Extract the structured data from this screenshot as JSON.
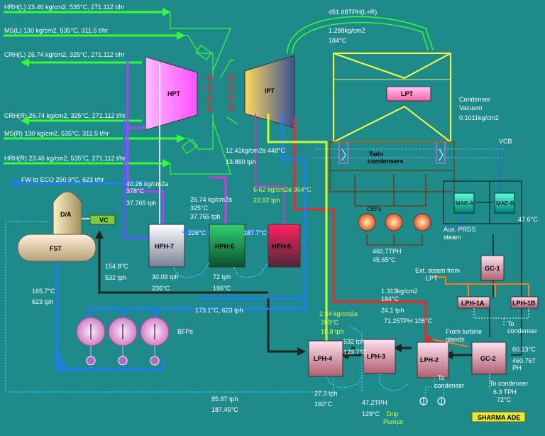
{
  "turbines": {
    "hpt": "HPT",
    "ipt": "IPT",
    "lpt": "LPT"
  },
  "lines": {
    "hrh_l": "HRH(L)  23.46 kg/cm2, 535°C, 271.112 t/hr",
    "ms_l": "MS(L)  130 kg/cm2, 535°C, 311.5 t/hr",
    "crh_l": "CRH(L)  26.74 kg/cm2, 325°C, 271.112 t/hr",
    "crh_r": "CRH(R)  26.74 kg/cm2, 325°C, 271.112 t/hr",
    "ms_r": "MS(R)  130 kg/cm2, 535°C, 311.5 t/hr",
    "hrh_r": "HRH(R)  23.46 kg/cm2, 535°C, 271.112 t/hr",
    "fw_eco": "FW to ECO  250.9°C, 623 t/hr"
  },
  "lp_crossover": {
    "flow": "451.68TPH(L+R)",
    "pressure": "1.288kg/cm2",
    "temp": "184°C"
  },
  "condenser": {
    "label1": "Condenser",
    "label2": "Vacuum",
    "vacuum": "0.1011kg/cm2",
    "twin1": "Twin",
    "twin2": "condensers",
    "vcb": "VCB"
  },
  "ipt_ext": {
    "pressure": "12.41kg/cm2a 448°C",
    "flow": "13.860 tph"
  },
  "hph5_ext": {
    "pressure": "6.62 kg/cm2a 364°C",
    "flow": "22.62 tph"
  },
  "hph7_ext": {
    "pressure": "40.26 kg/cm2a",
    "temp": "378°C",
    "flow": "37.765 tph"
  },
  "hph6_ext": {
    "pressure": "26.74 kg/cm2a",
    "temp": "325°C",
    "flow": "37.765 tph"
  },
  "heaters": {
    "hph7": "HPH-7",
    "hph6": "HPH-6",
    "hph5": "HPH-5",
    "lph4": "LPH-4",
    "lph3": "LPH-3",
    "lph2": "LPH-2",
    "lph1a": "LPH-1A",
    "lph1b": "LPH-1B",
    "gc1": "GC-1",
    "gc2": "GC-2",
    "mae_a": "MAE-A",
    "mae_b": "MAE-B"
  },
  "da": {
    "label": "D/A",
    "fst": "FST",
    "vc": "VC"
  },
  "temps": {
    "t226": "226°C",
    "t187": "187.7°C"
  },
  "hph7_drain": {
    "flow": "30.09 tph",
    "temp": "236°C"
  },
  "hph6_drain": {
    "flow": "72 tph",
    "temp": "196°C"
  },
  "bfp_suction": {
    "temp": "154.8°C",
    "flow": "532 tph"
  },
  "fst_out": {
    "temp": "165.7°C",
    "flow": "623 tph"
  },
  "bfp_disch": "173.1°C, 623 tph",
  "bfps": "BFPs",
  "ceps": "CEPs",
  "cep_out": {
    "flow": "460.7TPH",
    "temp": "45.65°C"
  },
  "aux_prds": {
    "l1": "Aux. PRDS",
    "l2": "steam"
  },
  "t476": "47.6°C",
  "ext_steam": {
    "l1": "Ext. steam from",
    "l2": "LPT"
  },
  "lph_ext": {
    "pressure": "1.313kg/cm2",
    "temp": "184°C",
    "flow": "24.1 tph"
  },
  "lph4_ext": {
    "pressure": "2.84 kg/cm2a",
    "temp": "269°C",
    "flow": "19.8 tph"
  },
  "lph4_out": {
    "flow": "532 tph",
    "temp": "123.7°C"
  },
  "lph2_in": "71.25TPH 105°C",
  "from_turbine": {
    "l1": "From turbine",
    "l2": "glands"
  },
  "to_condenser1": {
    "l1": "To",
    "l2": "condenser"
  },
  "gc_out": {
    "temp": "60.13°C",
    "flow": "460.76T",
    "unit": "PH"
  },
  "to_condenser2": {
    "l1": "To",
    "l2": "condenser"
  },
  "to_condenser3": {
    "l1": "To condenser"
  },
  "tph_72": {
    "flow": "6.3 TPH",
    "temp": "72°C"
  },
  "lph4_drain": {
    "flow": "27.3 tph",
    "temp": "160°C"
  },
  "lph3_drain": {
    "flow": "47.2TPH",
    "temp": "129°C"
  },
  "drip": {
    "l1": "Drip",
    "l2": "Pumps"
  },
  "fw_return": {
    "flow": "85.87 tph",
    "temp": "187.45°C"
  },
  "credit": "SHARMA  ADE",
  "colors": {
    "background": "#1f8a8a",
    "steam": "#33ff33",
    "feedwater": "#1e7cff",
    "extraction": "#e030e0",
    "condensate": "#ff2020"
  }
}
